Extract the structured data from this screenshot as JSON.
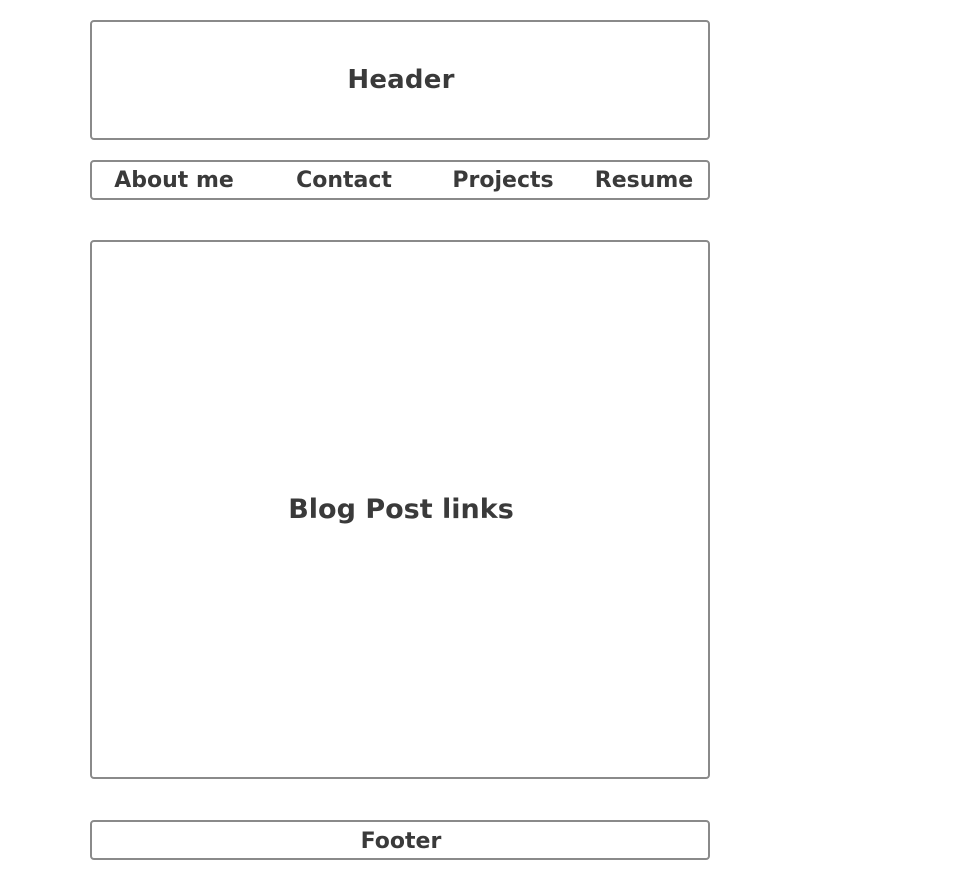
{
  "header": {
    "label": "Header"
  },
  "nav": {
    "items": [
      {
        "label": "About me"
      },
      {
        "label": "Contact"
      },
      {
        "label": "Projects"
      },
      {
        "label": "Resume"
      }
    ]
  },
  "main": {
    "label": "Blog Post links"
  },
  "footer": {
    "label": "Footer"
  },
  "colors": {
    "border": "#8a8a8a",
    "text": "#3a3a3a",
    "background": "#ffffff"
  }
}
